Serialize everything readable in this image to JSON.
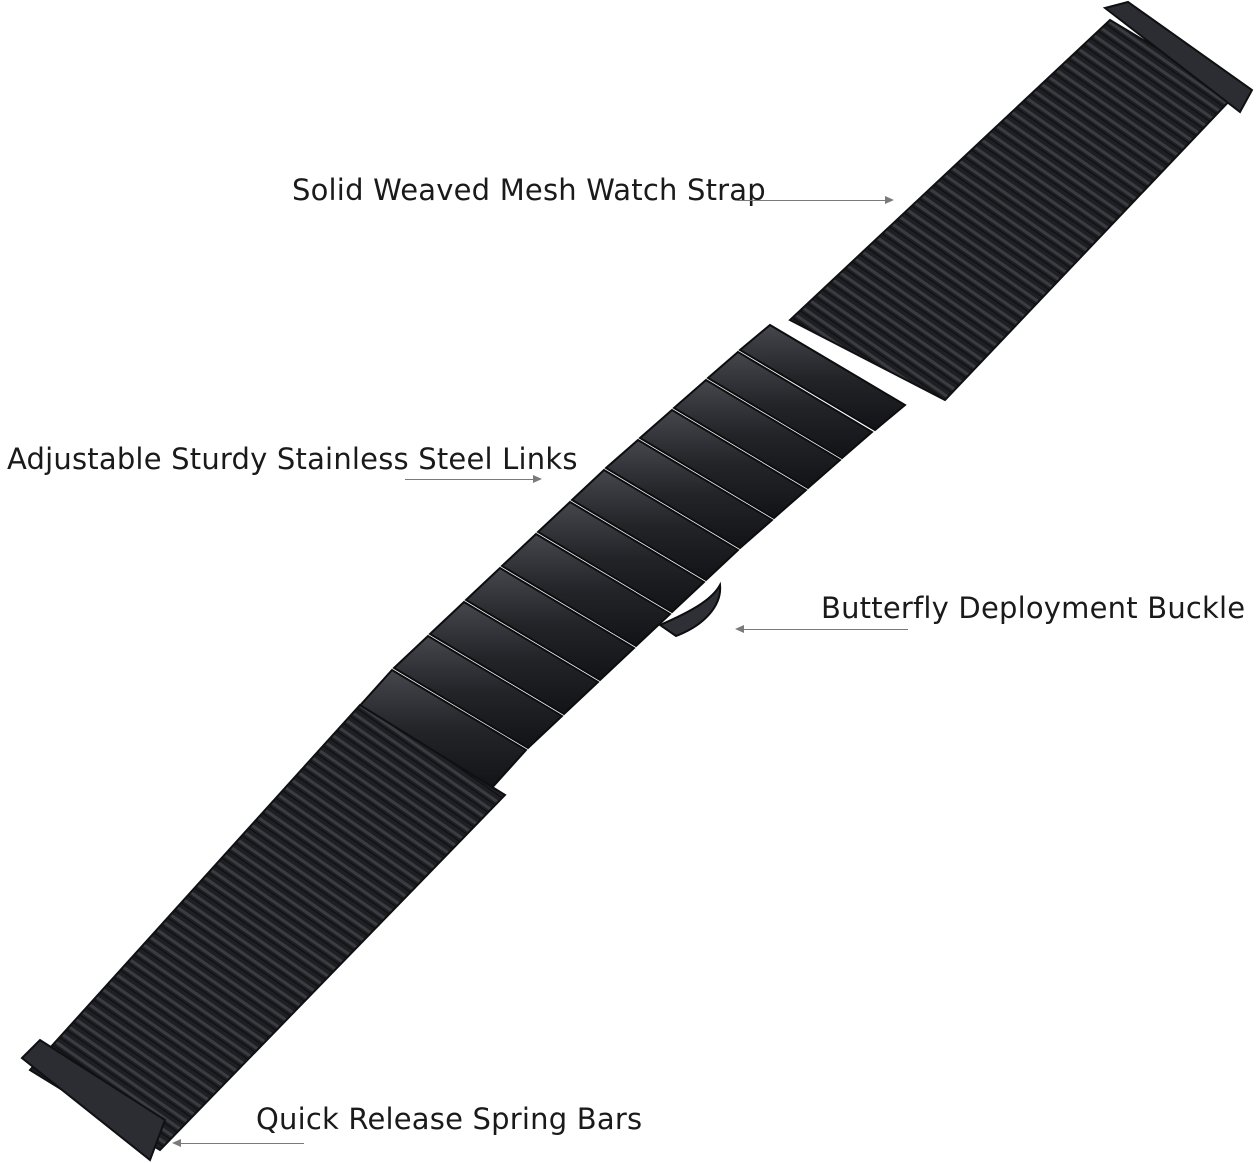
{
  "callouts": {
    "mesh_strap": "Solid Weaved Mesh Watch Strap",
    "steel_links": "Adjustable Sturdy Stainless Steel Links",
    "buckle": "Butterfly Deployment Buckle",
    "spring_bars": "Quick Release Spring Bars"
  },
  "colors": {
    "background": "#ffffff",
    "band": "#1c1d20",
    "band_highlight": "#3a3c41",
    "pointer": "#7a7a7a"
  }
}
